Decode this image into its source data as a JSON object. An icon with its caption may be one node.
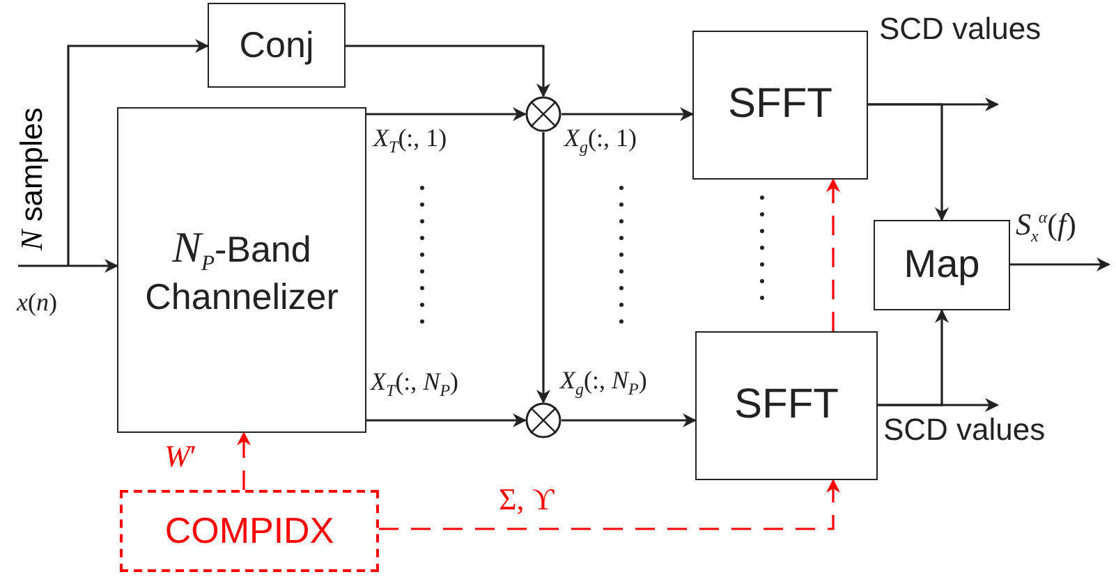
{
  "diagram": {
    "nodes": [
      {
        "text": [
          "Conj"
        ]
      },
      {
        "text": [
          "*N*$_{P}$-Band Channelizer"
        ]
      },
      {
        "text": [],
        "shape": "circle"
      },
      {
        "text": [],
        "shape": "circle"
      },
      {
        "text": [
          "SFFT"
        ]
      },
      {
        "text": [
          "Map"
        ]
      },
      {
        "text": [
          "SFFT"
        ]
      },
      {
        "text": [
          "COMPIDX"
        ]
      }
    ],
    "edges": [
      {
        "from": null,
        "to": 1,
        "arrow": "to",
        "label": "*x*(*n*)"
      },
      {
        "from": null,
        "to": 0,
        "arrow": "to"
      },
      {
        "from": 0,
        "to": 2,
        "arrow": "to"
      },
      {
        "from": 1,
        "to": 2,
        "arrow": "to",
        "label": "*X*$_{T}$(:, 1)"
      },
      {
        "from": 1,
        "to": 3,
        "arrow": "to",
        "label": "*X*$_{T}$(:, *N*$_{P}$)"
      },
      {
        "from": 2,
        "to": 3,
        "arrow": "to"
      },
      {
        "from": 2,
        "to": 4,
        "arrow": "to",
        "label": "*X*$_{g}$(:, 1)"
      },
      {
        "from": 3,
        "to": 6,
        "arrow": "to",
        "label": "*X*$_{g}$(:, *N*$_{P}$)"
      },
      {
        "from": 4,
        "to": null,
        "arrow": "to",
        "label": "SCD values"
      },
      {
        "from": 4,
        "to": 5,
        "arrow": "to"
      },
      {
        "from": 6,
        "to": null,
        "arrow": "to",
        "label": "SCD values"
      },
      {
        "from": 6,
        "to": 5,
        "arrow": "to"
      },
      {
        "from": 5,
        "to": null,
        "arrow": "to",
        "label": "*S*$_{x}$$^{α}$(*f*)"
      },
      {
        "from": 7,
        "to": 1,
        "arrow": "to",
        "label": "*W*′",
        "style": "dashed",
        "color": "#ff0000"
      },
      {
        "from": 7,
        "to": 6,
        "arrow": "to",
        "label": "Σ, ϒ",
        "style": "dashed",
        "color": "#ff0000"
      },
      {
        "from": 6,
        "to": 4,
        "arrow": "to",
        "style": "dashed",
        "color": "#ff0000"
      }
    ],
    "labels": [
      "*N* samples"
    ]
  }
}
